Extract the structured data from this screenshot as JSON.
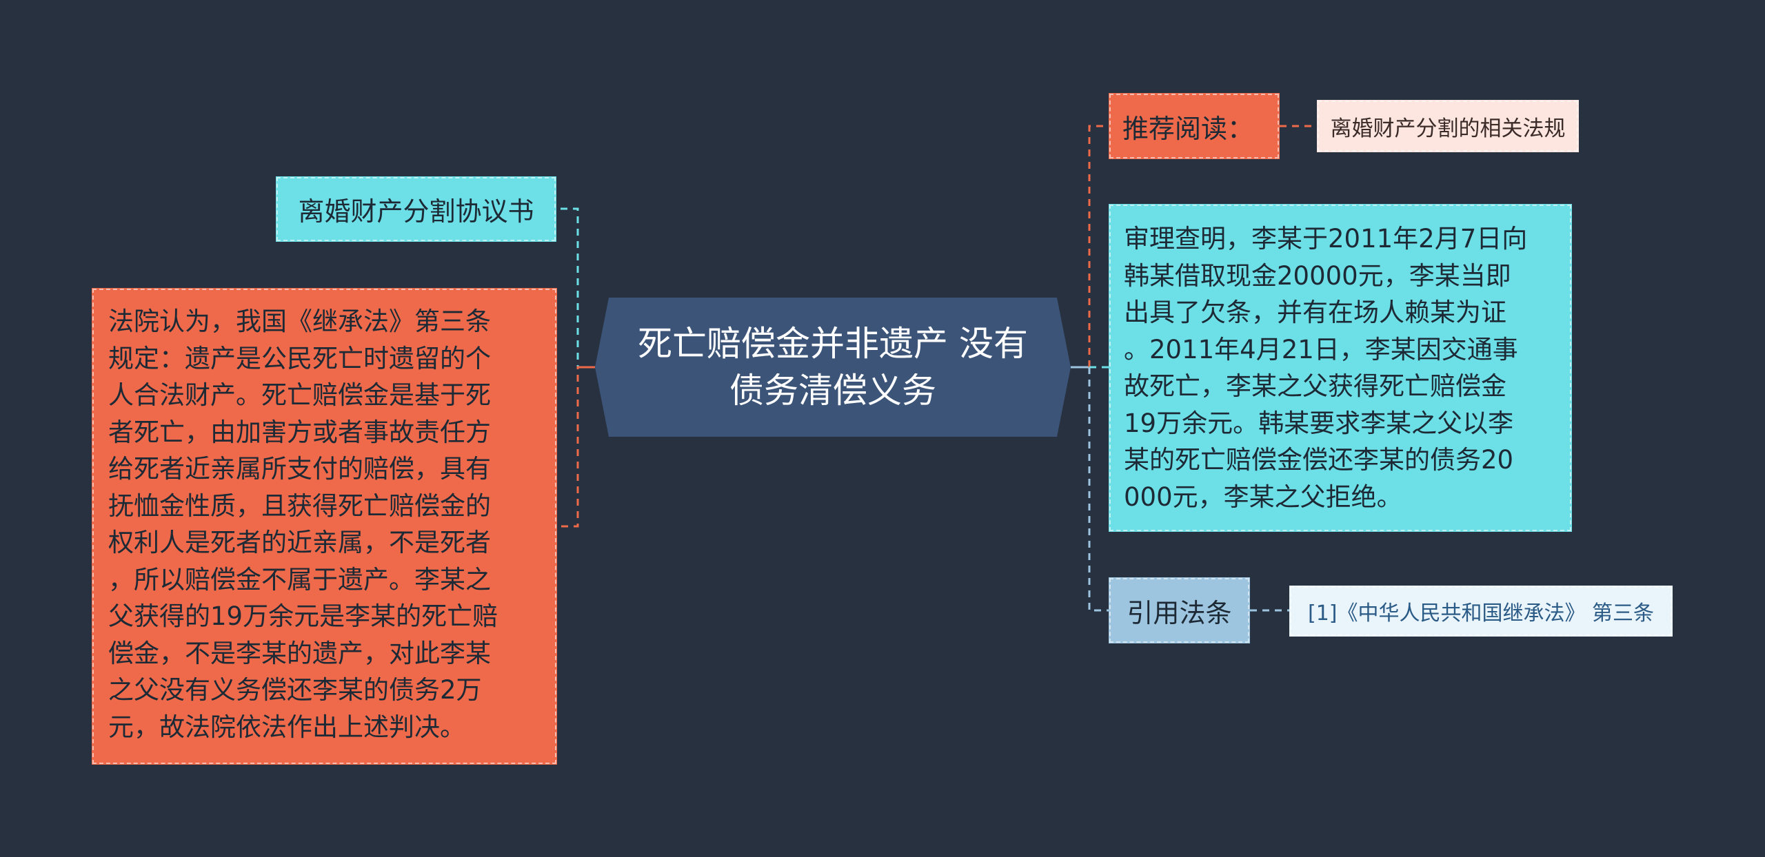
{
  "central": {
    "title": "死亡赔偿金并非遗产 没有\n债务清偿义务"
  },
  "left": {
    "link_topic": "离婚财产分割协议书",
    "court_opinion": "法院认为，我国《继承法》第三条\n规定：遗产是公民死亡时遗留的个\n人合法财产。死亡赔偿金是基于死\n者死亡，由加害方或者事故责任方\n给死者近亲属所支付的赔偿，具有\n抚恤金性质，且获得死亡赔偿金的\n权利人是死者的近亲属，不是死者\n，所以赔偿金不属于遗产。李某之\n父获得的19万余元是李某的死亡赔\n偿金，不是李某的遗产，对此李某\n之父没有义务偿还李某的债务2万\n元，故法院依法作出上述判决。"
  },
  "right": {
    "recommended_label": "推荐阅读：",
    "recommended_link": "离婚财产分割的相关法规",
    "facts": "审理查明，李某于2011年2月7日向\n韩某借取现金20000元，李某当即\n出具了欠条，并有在场人赖某为证\n。2011年4月21日，李某因交通事\n故死亡，李某之父获得死亡赔偿金\n19万余元。韩某要求李某之父以李\n某的死亡赔偿金偿还李某的债务20\n000元，李某之父拒绝。",
    "law_label": "引用法条",
    "law_link": "[1]《中华人民共和国继承法》 第三条"
  },
  "colors": {
    "background": "#283140",
    "central": "#3b5478",
    "cyan": "#6ddfe6",
    "orange": "#ee6a4a",
    "light_blue": "#9ec5e0"
  }
}
